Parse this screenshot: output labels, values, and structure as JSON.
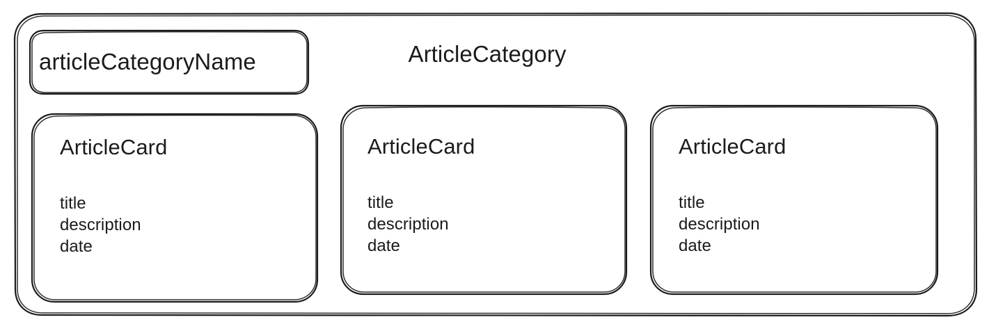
{
  "diagram": {
    "kind": "component-hierarchy-sketch",
    "stroke_color": "#1b1b1b",
    "background_color": "#ffffff",
    "container": {
      "title": "ArticleCategory",
      "prop_box": {
        "label": "articleCategoryName"
      }
    },
    "cards": [
      {
        "title": "ArticleCard",
        "fields": [
          "title",
          "description",
          "date"
        ]
      },
      {
        "title": "ArticleCard",
        "fields": [
          "title",
          "description",
          "date"
        ]
      },
      {
        "title": "ArticleCard",
        "fields": [
          "title",
          "description",
          "date"
        ]
      }
    ]
  }
}
